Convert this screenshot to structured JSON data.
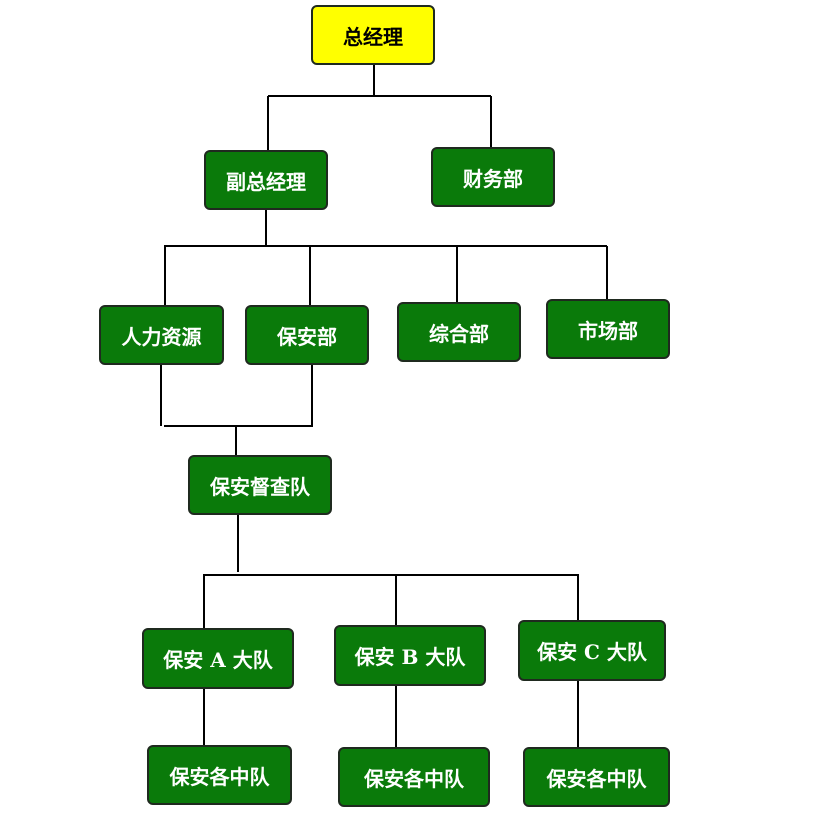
{
  "nodes": {
    "general_manager": "总经理",
    "deputy_general_manager": "副总经理",
    "finance": "财务部",
    "hr": "人力资源",
    "security_dept": "保安部",
    "general_affairs": "综合部",
    "marketing": "市场部",
    "security_inspection_team": "保安督查队",
    "brigade_a": "保安 A 大队",
    "brigade_b": "保安 B 大队",
    "brigade_c": "保安 C 大队",
    "squadrons_a": "保安各中队",
    "squadrons_b": "保安各中队",
    "squadrons_c": "保安各中队"
  },
  "colors": {
    "top_node_fill": "#ffff00",
    "node_fill": "#0a7a0a",
    "connector": "#000000"
  }
}
